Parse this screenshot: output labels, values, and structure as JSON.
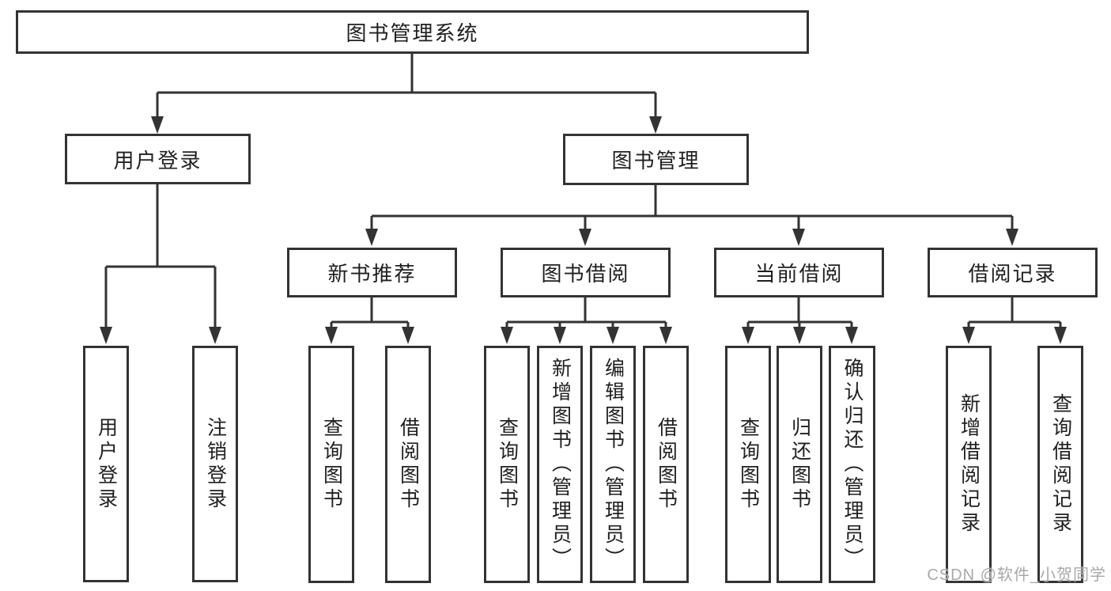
{
  "diagram": {
    "root": "图书管理系统",
    "nodes": {
      "user_login": "用户登录",
      "book_mgmt": "图书管理",
      "new_book": "新书推荐",
      "book_borrow": "图书借阅",
      "current_borrow": "当前借阅",
      "borrow_record": "借阅记录"
    },
    "leaves": {
      "user_login_1": "用户登录",
      "user_login_2": "注销登录",
      "new_book_1": "查询图书",
      "new_book_2": "借阅图书",
      "book_borrow_1": "查询图书",
      "book_borrow_2": "新增图书（管理员）",
      "book_borrow_3": "编辑图书（管理员）",
      "book_borrow_4": "借阅图书",
      "current_borrow_1": "查询图书",
      "current_borrow_2": "归还图书",
      "current_borrow_3": "确认归还（管理员）",
      "borrow_record_1": "新增借阅记录",
      "borrow_record_2": "查询借阅记录"
    },
    "watermark": "CSDN @软件_小贺同学",
    "colors": {
      "line": "#333333",
      "text": "#1f1f1f",
      "background": "#ffffff",
      "watermark": "#a8a8a8"
    }
  }
}
